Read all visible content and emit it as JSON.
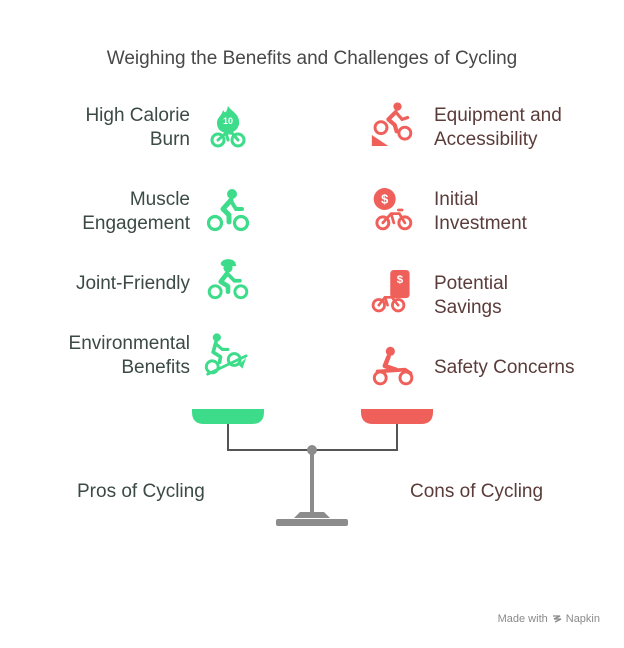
{
  "title": "Weighing the Benefits and Challenges of Cycling",
  "colors": {
    "pros": "#3ddc8a",
    "cons": "#f0605a",
    "beam": "#555555",
    "stand": "#8c8c8c"
  },
  "pros": {
    "label": "Pros of Cycling",
    "items": [
      {
        "line1": "High Calorie",
        "line2": "Burn",
        "icon": "fire-bike-icon"
      },
      {
        "line1": "Muscle",
        "line2": "Engagement",
        "icon": "cyclist-icon"
      },
      {
        "line1": "Joint-Friendly",
        "line2": "",
        "icon": "helmet-rider-icon"
      },
      {
        "line1": "Environmental",
        "line2": "Benefits",
        "icon": "eco-cyclist-icon"
      }
    ]
  },
  "cons": {
    "label": "Cons of Cycling",
    "items": [
      {
        "line1": "Equipment and",
        "line2": "Accessibility",
        "icon": "uphill-cyclist-icon"
      },
      {
        "line1": "Initial",
        "line2": "Investment",
        "icon": "dollar-bike-icon"
      },
      {
        "line1": "Potential",
        "line2": "Savings",
        "icon": "savings-bike-icon"
      },
      {
        "line1": "Safety Concerns",
        "line2": "",
        "icon": "motorbike-rider-icon"
      }
    ]
  },
  "icon_text": {
    "calorie_number": "10",
    "dollar_sign": "$"
  },
  "watermark": {
    "prefix": "Made with",
    "brand": "Napkin"
  }
}
